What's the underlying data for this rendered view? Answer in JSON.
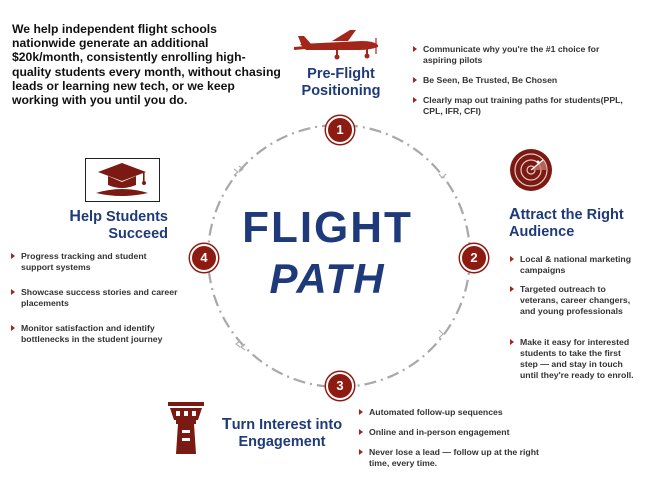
{
  "intro": "We help independent flight schools nationwide generate an additional $20k/month, consistently enrolling high-quality students every month, without chasing leads or learning new tech, or we keep working with you until you do.",
  "center": {
    "line1": "FLIGHT",
    "line2": "PATH"
  },
  "stages": [
    {
      "number": "1",
      "title_line1": "Pre-Flight",
      "title_line2": "Positioning",
      "icon": "airplane-icon",
      "bullets": [
        "Communicate why you're the #1 choice for aspiring pilots",
        "Be Seen, Be Trusted, Be Chosen",
        "Clearly map out training paths  for students(PPL, CPL, IFR, CFI)"
      ]
    },
    {
      "number": "2",
      "title_cap": "A",
      "title_line1_rest": "ttract the Right",
      "title_line2": "Audience",
      "icon": "radar-icon",
      "bullets": [
        "Local & national marketing campaigns",
        "Targeted outreach to veterans, career changers, and young professionals",
        "Make it easy for interested students to take the first step — and stay in touch until they're ready to enroll."
      ]
    },
    {
      "number": "3",
      "title_cap": "T",
      "title_line1_rest": "urn Interest into",
      "title_line2": "Engagement",
      "icon": "control-tower-icon",
      "bullets": [
        "Automated follow-up sequences",
        "Online and in-person engagement",
        "Never lose a lead — follow up at the right time, every time."
      ]
    },
    {
      "number": "4",
      "title_cap": "H",
      "title_line1_rest": "elp Students",
      "title_line2": "Succeed",
      "icon": "graduation-cap-icon",
      "bullets": [
        "Progress tracking and student support systems",
        "Showcase success stories and career placements",
        "Monitor satisfaction and identify bottlenecks in the student journey"
      ]
    }
  ],
  "colors": {
    "navy": "#1f3a7a",
    "maroon": "#8e1b12",
    "dash": "#a8a8a8"
  }
}
